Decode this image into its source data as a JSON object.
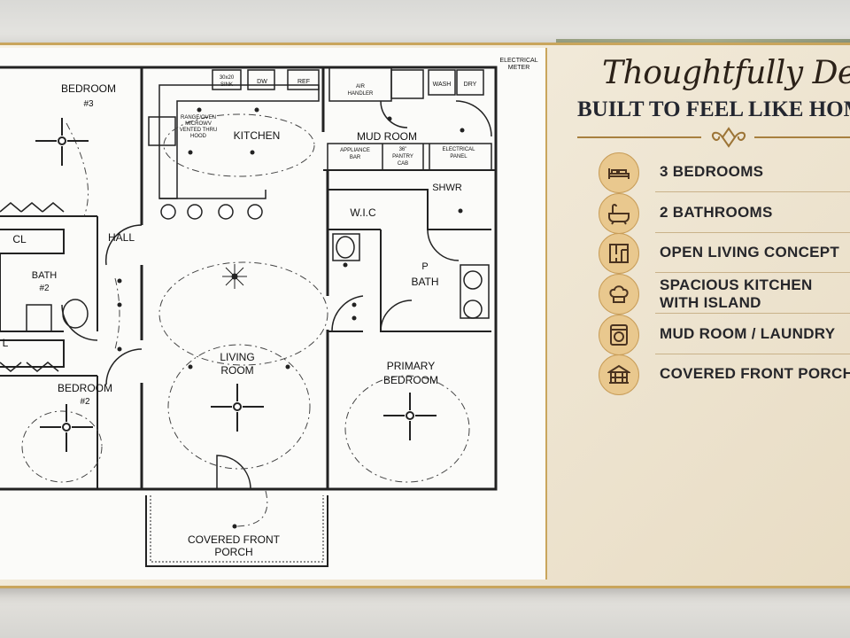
{
  "plan": {
    "meter_label_1": "ELECTRICAL",
    "meter_label_2": "METER",
    "rooms": {
      "bedroom3": "BEDROOM",
      "bedroom3_num": "#3",
      "kitchen": "KITCHEN",
      "mudroom": "MUD ROOM",
      "hall": "HALL",
      "cl": "CL",
      "bath2": "BATH",
      "bath2_num": "#2",
      "cl2": "L",
      "bedroom2": "BEDROOM",
      "bedroom2_num": "#2",
      "living1": "LIVING",
      "living2": "ROOM",
      "primary_bedroom1": "PRIMARY",
      "primary_bedroom2": "BEDROOM",
      "wic": "W.I.C",
      "shwr": "SHWR",
      "p": "P",
      "pbath": "BATH",
      "porch1": "COVERED FRONT",
      "porch2": "PORCH"
    },
    "fixtures": {
      "range_hood_1": "RANGE/OVEN",
      "range_hood_2": "MICROWV",
      "range_hood_3": "VENTED THRU",
      "range_hood_4": "HOOD",
      "sink_1": "30x20",
      "sink_2": "SINK",
      "dw": "DW",
      "ref": "REF",
      "air_1": "AIR",
      "air_2": "HANDLER",
      "wash": "WASH",
      "dry": "DRY",
      "appliance_1": "APPLIANCE",
      "appliance_2": "BAR",
      "pantry_1": "36\"",
      "pantry_2": "PANTRY",
      "pantry_3": "CAB",
      "elec_1": "ELECTRICAL",
      "elec_2": "PANEL"
    }
  },
  "panel": {
    "script_title": "Thoughtfully Designed,",
    "headline": "BUILT TO FEEL LIKE HOME",
    "features": [
      {
        "icon": "bed-icon",
        "label": "3 BEDROOMS"
      },
      {
        "icon": "bathtub-icon",
        "label": "2 BATHROOMS"
      },
      {
        "icon": "floorplan-icon",
        "label": "OPEN LIVING CONCEPT"
      },
      {
        "icon": "chef-hat-icon",
        "label_1": "SPACIOUS KITCHEN",
        "label_2": "WITH ISLAND"
      },
      {
        "icon": "washer-icon",
        "label": "MUD ROOM / LAUNDRY"
      },
      {
        "icon": "porch-icon",
        "label": "COVERED FRONT PORCH"
      }
    ],
    "colors": {
      "gold": "#c9a55c",
      "icon_fill": "#e9c88e",
      "text": "#26262a"
    }
  }
}
